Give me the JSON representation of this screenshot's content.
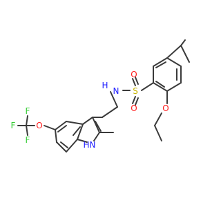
{
  "structure": {
    "atoms": {
      "N_amide": {
        "text": "N",
        "color": "#2020ff"
      },
      "H_amide": {
        "text": "H",
        "color": "#2020ff"
      },
      "S": {
        "text": "S",
        "color": "#c8b400"
      },
      "O_s1": {
        "text": "O",
        "color": "#ff1a1a"
      },
      "O_s2": {
        "text": "O",
        "color": "#ff1a1a"
      },
      "O_ether": {
        "text": "O",
        "color": "#ff1a1a"
      },
      "O_ocf3": {
        "text": "O",
        "color": "#ff1a1a"
      },
      "F1": {
        "text": "F",
        "color": "#33cc33"
      },
      "F2": {
        "text": "F",
        "color": "#33cc33"
      },
      "F3": {
        "text": "F",
        "color": "#33cc33"
      },
      "H_indole": {
        "text": "H",
        "color": "#2020ff"
      },
      "N_indole": {
        "text": "N",
        "color": "#2020ff"
      }
    },
    "bond_color": "#3a3a3a"
  }
}
